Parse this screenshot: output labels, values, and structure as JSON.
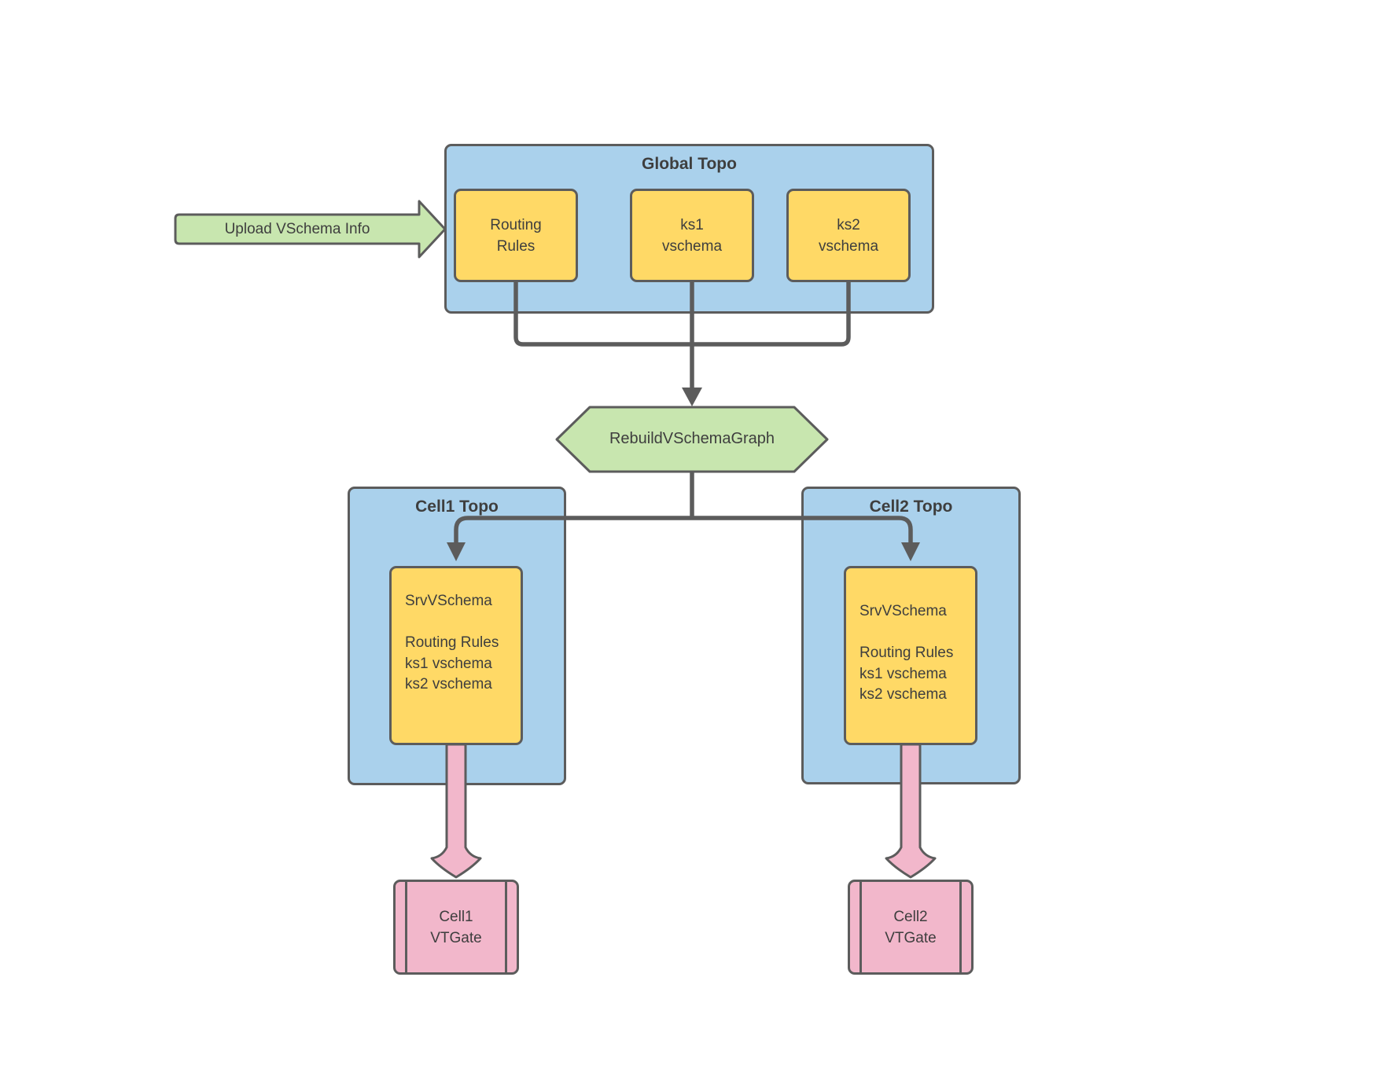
{
  "palette": {
    "box_blue": "#AAD1EC",
    "box_yellow": "#FFD966",
    "shape_green": "#C8E6AF",
    "shape_pink": "#F2B7CB",
    "stroke": "#5C5C5C",
    "text": "#3E3E3E",
    "bg": "#FFFFFF"
  },
  "upload_arrow": {
    "label": "Upload VSchema Info"
  },
  "global_topo": {
    "title": "Global Topo",
    "nodes": [
      {
        "label": "Routing\nRules"
      },
      {
        "label": "ks1\nvschema"
      },
      {
        "label": "ks2\nvschema"
      }
    ]
  },
  "rebuild_step": {
    "label": "RebuildVSchemaGraph"
  },
  "cells": [
    {
      "title": "Cell1 Topo",
      "srv_node": {
        "label": "SrvVSchema\n\nRouting Rules\nks1 vschema\nks2 vschema"
      },
      "vtgate": {
        "label": "Cell1\nVTGate"
      }
    },
    {
      "title": "Cell2 Topo",
      "srv_node": {
        "label": "SrvVSchema\n\nRouting Rules\nks1 vschema\nks2 vschema"
      },
      "vtgate": {
        "label": "Cell2\nVTGate"
      }
    }
  ]
}
